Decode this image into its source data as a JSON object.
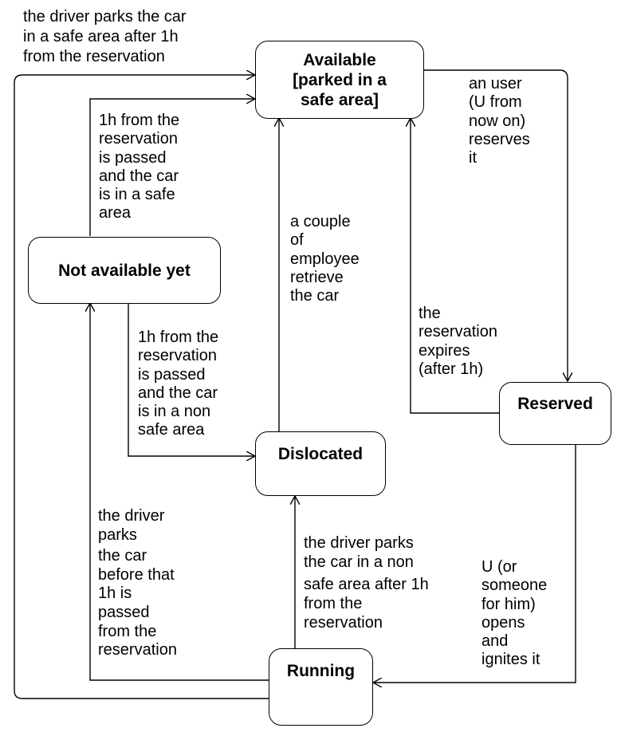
{
  "states": {
    "available": "Available\n[parked in a\nsafe area]",
    "not_available_yet": "Not available yet",
    "reserved": "Reserved",
    "dislocated": "Dislocated",
    "running": "Running"
  },
  "transitions": {
    "running_to_available": [
      "the driver parks the car",
      "in a safe area after 1h",
      "from the reservation"
    ],
    "not_available_to_available": [
      "1h from the",
      "reservation",
      "is passed",
      "and the car",
      "is in a safe",
      "area"
    ],
    "available_to_reserved": [
      "an user",
      "(U from",
      "now on)",
      "reserves",
      "it"
    ],
    "dislocated_to_available": [
      "a couple",
      "of",
      "employee",
      "retrieve",
      "the car"
    ],
    "reserved_to_available": [
      "the",
      "reservation",
      "expires",
      "(after 1h)"
    ],
    "not_available_to_dislocated": [
      "1h from the",
      "reservation",
      "is passed",
      "and the car",
      "is in a non",
      "safe area"
    ],
    "running_to_not_available": [
      "the driver",
      "parks",
      "the car",
      "before that",
      "1h is",
      "passed",
      "from the",
      "reservation"
    ],
    "running_to_dislocated": [
      "the driver parks",
      "the car in a non",
      "safe area after 1h",
      "from the",
      "reservation"
    ],
    "reserved_to_running": [
      "U (or",
      "someone",
      "for him)",
      "opens",
      "and",
      "ignites it"
    ]
  }
}
